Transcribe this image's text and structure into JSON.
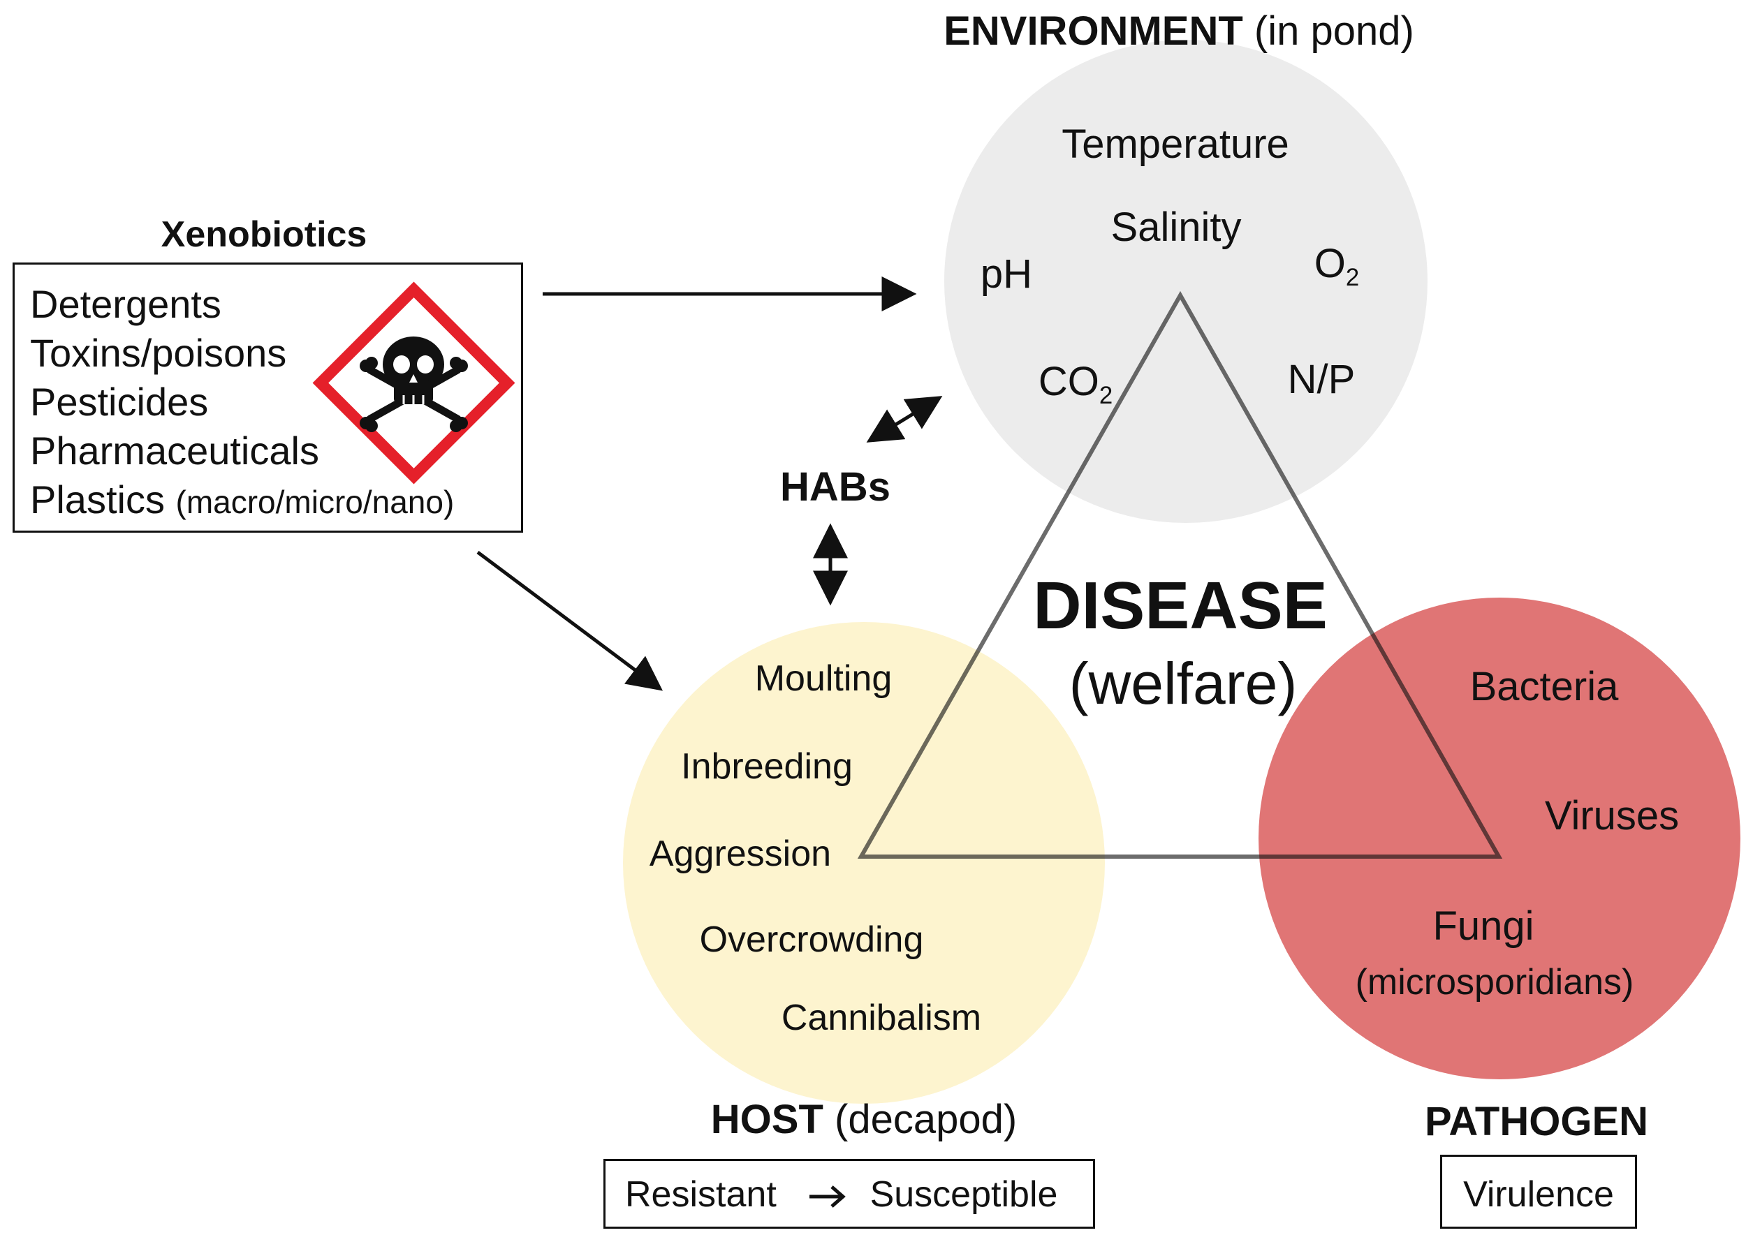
{
  "environment": {
    "title": "ENVIRONMENT",
    "qualifier": "(in pond)",
    "factors": {
      "temperature": "Temperature",
      "salinity": "Salinity",
      "ph": "pH",
      "o2": "O",
      "o2_sub": "2",
      "co2": "CO",
      "co2_sub": "2",
      "np": "N/P"
    }
  },
  "xenobiotics": {
    "title": "Xenobiotics",
    "items": [
      "Detergents",
      "Toxins/poisons",
      "Pesticides",
      "Pharmaceuticals",
      "Plastics"
    ],
    "plastics_note": "(macro/micro/nano)",
    "hazard_icon": "skull-crossbones-hazard-icon"
  },
  "habs": "HABs",
  "disease": {
    "title": "DISEASE",
    "subtitle": "(welfare)"
  },
  "host": {
    "title": "HOST",
    "qualifier": "(decapod)",
    "factors": [
      "Moulting",
      "Inbreeding",
      "Aggression",
      "Overcrowding",
      "Cannibalism"
    ],
    "scale_from": "Resistant",
    "scale_to": "Susceptible"
  },
  "pathogen": {
    "title": "PATHOGEN",
    "factors": {
      "bacteria": "Bacteria",
      "viruses": "Viruses",
      "fungi": "Fungi",
      "fungi_note": "(microsporidians)"
    },
    "box_label": "Virulence"
  },
  "colors": {
    "environment_fill": "#ececec",
    "host_fill": "#fdf4cf",
    "pathogen_fill": "#e07575",
    "hazard_red": "#e5202a",
    "line": "#111111"
  }
}
